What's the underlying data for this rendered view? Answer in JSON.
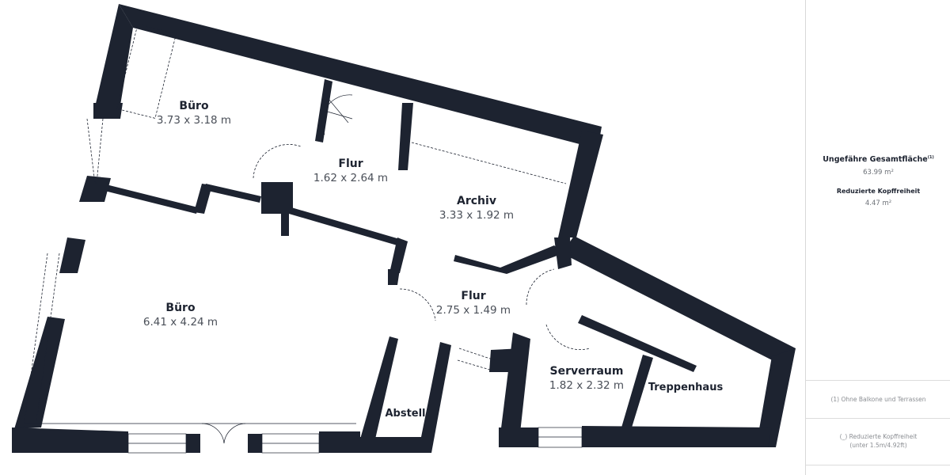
{
  "plan": {
    "wall_color": "#1d2330",
    "rooms": [
      {
        "name": "Büro",
        "dimensions": "3.73 x 3.18 m"
      },
      {
        "name": "Flur",
        "dimensions": "1.62 x 2.64 m"
      },
      {
        "name": "Archiv",
        "dimensions": "3.33 x 1.92 m"
      },
      {
        "name": "Büro",
        "dimensions": "6.41 x 4.24 m"
      },
      {
        "name": "Flur",
        "dimensions": "2.75 x 1.49 m"
      },
      {
        "name": "Serverraum",
        "dimensions": "1.82 x 2.32 m"
      },
      {
        "name": "Treppenhaus",
        "dimensions": ""
      },
      {
        "name": "Abstell",
        "dimensions": ""
      }
    ]
  },
  "panel": {
    "total_area_label": "Ungefähre Gesamtfläche",
    "total_area_marker": "(1)",
    "total_area_value": "63.99 m²",
    "reduced_headroom_label": "Reduzierte Kopffreiheit",
    "reduced_headroom_value": "4.47 m²",
    "note_1": "(1) Ohne Balkone und Terrassen",
    "note_2_line1": "(_) Reduzierte Kopffreiheit",
    "note_2_line2": "(unter 1.5m/4.92ft)"
  }
}
